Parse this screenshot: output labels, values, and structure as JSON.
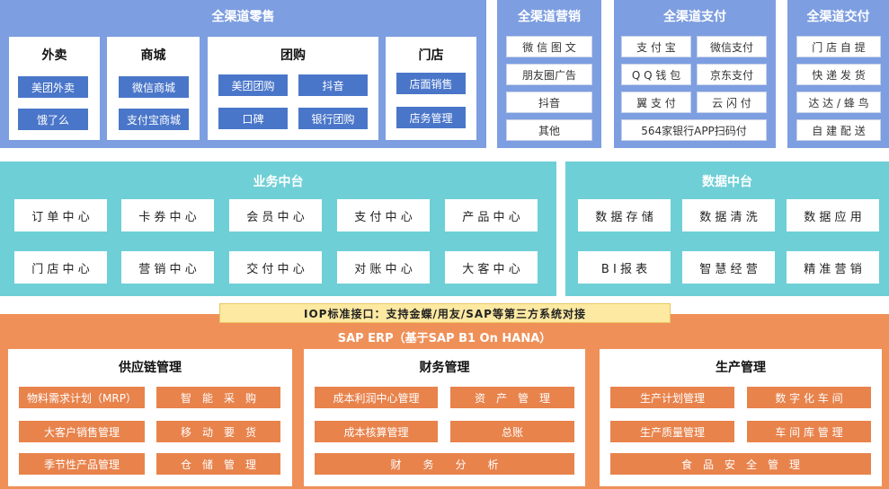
{
  "channels": {
    "sales": {
      "title": "全渠道零售",
      "waimai": {
        "title": "外卖",
        "items": [
          "美团外卖",
          "饿了么"
        ]
      },
      "shangcheng": {
        "title": "商城",
        "items": [
          "微信商城",
          "支付宝商城"
        ]
      },
      "tuangou": {
        "title": "团购",
        "items": [
          "美团团购",
          "抖音",
          "口碑",
          "银行团购"
        ]
      },
      "mendian": {
        "title": "门店",
        "items": [
          "店面销售",
          "店务管理"
        ]
      }
    },
    "marketing": {
      "title": "全渠道营销",
      "items": [
        "微 信 图 文",
        "朋友圈广告",
        "抖音",
        "其他"
      ]
    },
    "payment": {
      "title": "全渠道支付",
      "items": [
        "支 付 宝",
        "微信支付",
        "Q Q 钱 包",
        "京东支付",
        "翼 支 付",
        "云 闪 付",
        "564家银行APP扫码付"
      ]
    },
    "delivery": {
      "title": "全渠道交付",
      "items": [
        "门 店 自 提",
        "快 递 发 货",
        "达 达 / 蜂 鸟",
        "自 建 配 送"
      ]
    }
  },
  "business_platform": {
    "title": "业务中台",
    "items": [
      "订 单 中 心",
      "卡 券 中 心",
      "会 员 中 心",
      "支 付 中 心",
      "产 品 中 心",
      "门 店 中 心",
      "营 销 中 心",
      "交 付 中 心",
      "对 账 中 心",
      "大 客 中 心"
    ]
  },
  "data_platform": {
    "title": "数据中台",
    "items": [
      "数 据 存 储",
      "数 据 清 洗",
      "数 据 应 用",
      "B I 报 表",
      "智 慧 经 营",
      "精 准 营 销"
    ]
  },
  "iop": {
    "label": "IOP标准接口：支持金蝶/用友/SAP等第三方系统对接"
  },
  "erp": {
    "title": "SAP ERP（基于SAP B1 On HANA）",
    "supply": {
      "title": "供应链管理",
      "items": [
        "物料需求计划（MRP）",
        "智　能　采　购",
        "大客户销售管理",
        "移　动　要　货",
        "季节性产品管理",
        "仓　储　管　理"
      ]
    },
    "finance": {
      "title": "财务管理",
      "items": [
        "成本利润中心管理",
        "资　产　管　理",
        "成本核算管理",
        "总账",
        "财　　务　　分　　析"
      ]
    },
    "production": {
      "title": "生产管理",
      "items": [
        "生产计划管理",
        "数 字 化 车 间",
        "生产质量管理",
        "车 间 库 管 理",
        "食　品　安　全　管　理"
      ]
    }
  },
  "colors": {
    "blue": "#7d9ee0",
    "blue_button": "#4a76c9",
    "teal": "#6fcfd6",
    "orange": "#ef9059",
    "orange_button": "#e8834c",
    "iop_bg": "#fde9a2"
  }
}
